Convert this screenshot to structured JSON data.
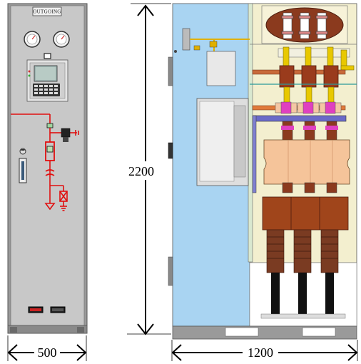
{
  "front_view": {
    "panel_label": "OUTGOING"
  },
  "dimensions": {
    "width_front": "500",
    "height": "2200",
    "depth": "1200"
  },
  "colors": {
    "panel_grey": "#c8c8c8",
    "panel_dark": "#8c8c8c",
    "circuit_red": "#e01010",
    "side_blue": "#a9d4f2",
    "insulator_orange": "#f5c49a",
    "busbar_yellow": "#e8c800",
    "ct_brown": "#a0451b",
    "bushing_brown": "#7a3b22",
    "compartment_cream": "#f3efcf"
  }
}
